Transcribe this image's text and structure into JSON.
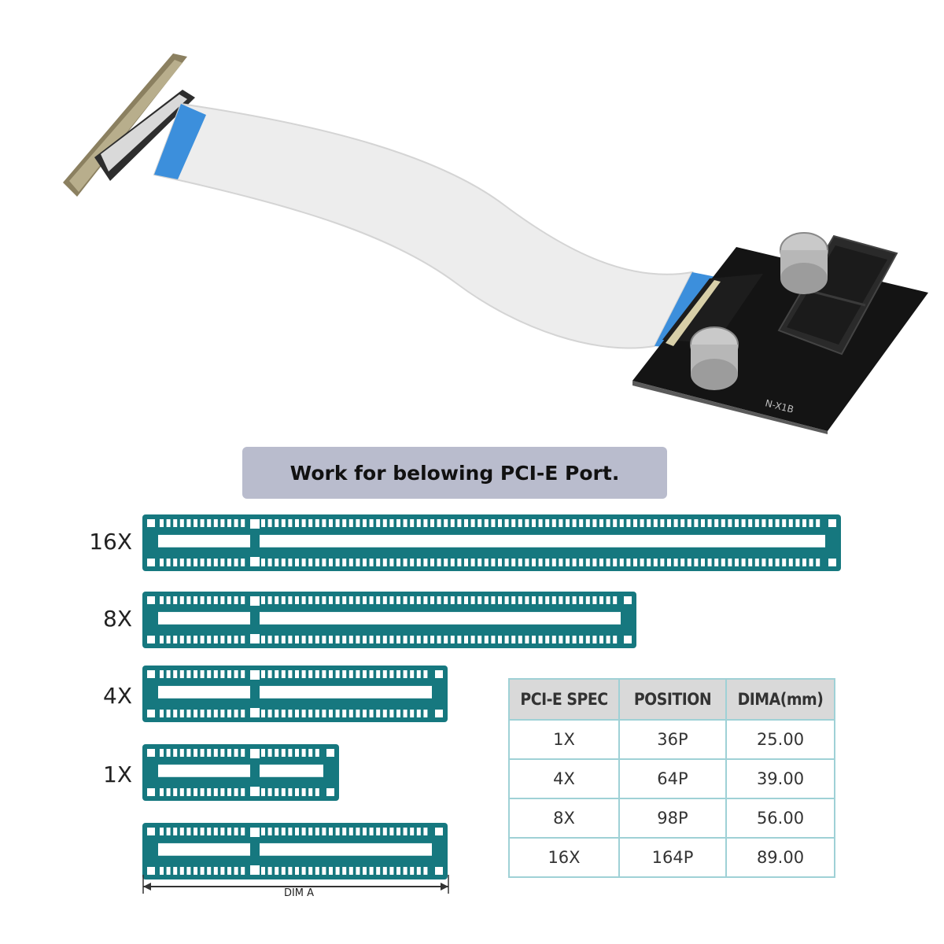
{
  "banner": {
    "text": "Work for belowing PCI-E Port."
  },
  "slots": [
    {
      "label": "16X"
    },
    {
      "label": "8X"
    },
    {
      "label": "4X"
    },
    {
      "label": "1X"
    }
  ],
  "dimension_label": "DIM A",
  "board_marking": "N-X1B",
  "table": {
    "headers": [
      "PCI-E SPEC",
      "POSITION",
      "DIMA(mm)"
    ],
    "rows": [
      [
        "1X",
        "36P",
        "25.00"
      ],
      [
        "4X",
        "64P",
        "39.00"
      ],
      [
        "8X",
        "98P",
        "56.00"
      ],
      [
        "16X",
        "164P",
        "89.00"
      ]
    ]
  },
  "colors": {
    "slot_teal": "#16787f",
    "banner_bg": "#b9bccd",
    "cable_tape": "#3c8fdc",
    "pcb_black": "#141414",
    "table_border": "#9fd1d6"
  }
}
